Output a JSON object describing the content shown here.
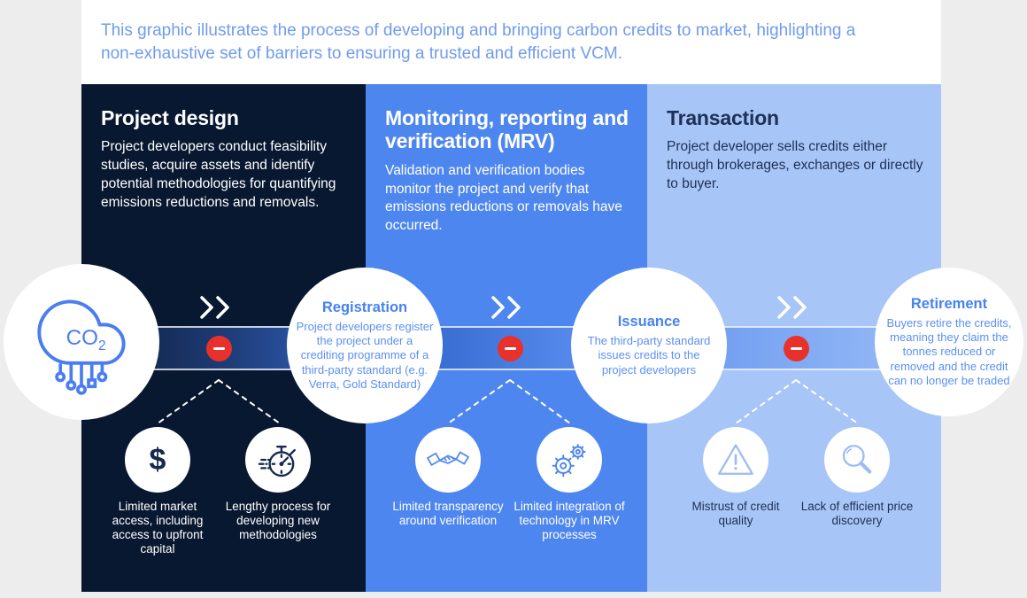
{
  "header": {
    "text": "This graphic illustrates the process of developing and bringing carbon credits to market, highlighting a non-exhaustive set of barriers to ensuring a trusted and efficient VCM."
  },
  "columns": [
    {
      "title": "Project design",
      "body": "Project developers conduct feasibility studies, acquire assets and identify potential methodologies for quantifying emissions reductions and removals."
    },
    {
      "title": "Monitoring, reporting and verification (MRV)",
      "body": "Validation and verification bodies monitor the project and verify that emissions reductions or removals have occurred."
    },
    {
      "title": "Transaction",
      "body": "Project developer sells credits either through brokerages, exchanges or directly to buyer."
    }
  ],
  "co2_icon": {
    "label": "CO",
    "subscript": "2"
  },
  "stages": [
    {
      "title": "Registration",
      "body": "Project developers register the project under a crediting programme of a third-party standard (e.g. Verra, Gold Standard)"
    },
    {
      "title": "Issuance",
      "body": "The third-party standard issues credits to the project developers"
    },
    {
      "title": "Retirement",
      "body": "Buyers retire the credits, meaning they claim the tonnes reduced or removed and the credit can no longer be traded"
    }
  ],
  "barriers": [
    {
      "icon": "dollar-icon",
      "glyph": "$",
      "label": "Limited market access, including access to upfront capital"
    },
    {
      "icon": "stopwatch-icon",
      "label": "Lengthy process for developing new methodologies"
    },
    {
      "icon": "handshake-icon",
      "label": "Limited transparency around verification"
    },
    {
      "icon": "gears-icon",
      "label": "Limited integration of technology in MRV processes"
    },
    {
      "icon": "warning-icon",
      "label": "Mistrust of credit quality"
    },
    {
      "icon": "magnifier-icon",
      "label": "Lack of efficient price discovery"
    }
  ],
  "colors": {
    "page_bg": "#ededed",
    "header_text": "#6f9bee",
    "column_project_bg": "#081830",
    "column_mrv_bg": "#4e86f0",
    "column_transaction_bg": "#a8c5f7",
    "badge_red": "#e8312b",
    "stage_title_blue": "#4583f0",
    "stage_body_blue": "#5b90f2",
    "dark_text": "#1d3156",
    "icon_navy": "#16294d",
    "icon_blue": "#4e86f0",
    "icon_light_blue": "#9dbcf5"
  }
}
